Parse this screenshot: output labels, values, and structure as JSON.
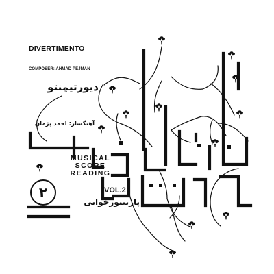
{
  "cover": {
    "title_en": "DIVERTIMENTO",
    "composer_en": "COMPOSER: AHMAD PEJMAN",
    "title_fa": "دیورتیمِنتو",
    "composer_fa": "آهنگساز: احمد پژمان",
    "series_en": [
      "MUSICAL",
      "SCORE",
      "READING"
    ],
    "volume_en": "VOL.2",
    "volume_number_fa": "۲",
    "series_fa": "پارتیتورخوانی"
  },
  "colors": {
    "ink": "#111111",
    "paper": "#ffffff"
  },
  "icons": {
    "ornament": "flower-ornament-icon"
  }
}
